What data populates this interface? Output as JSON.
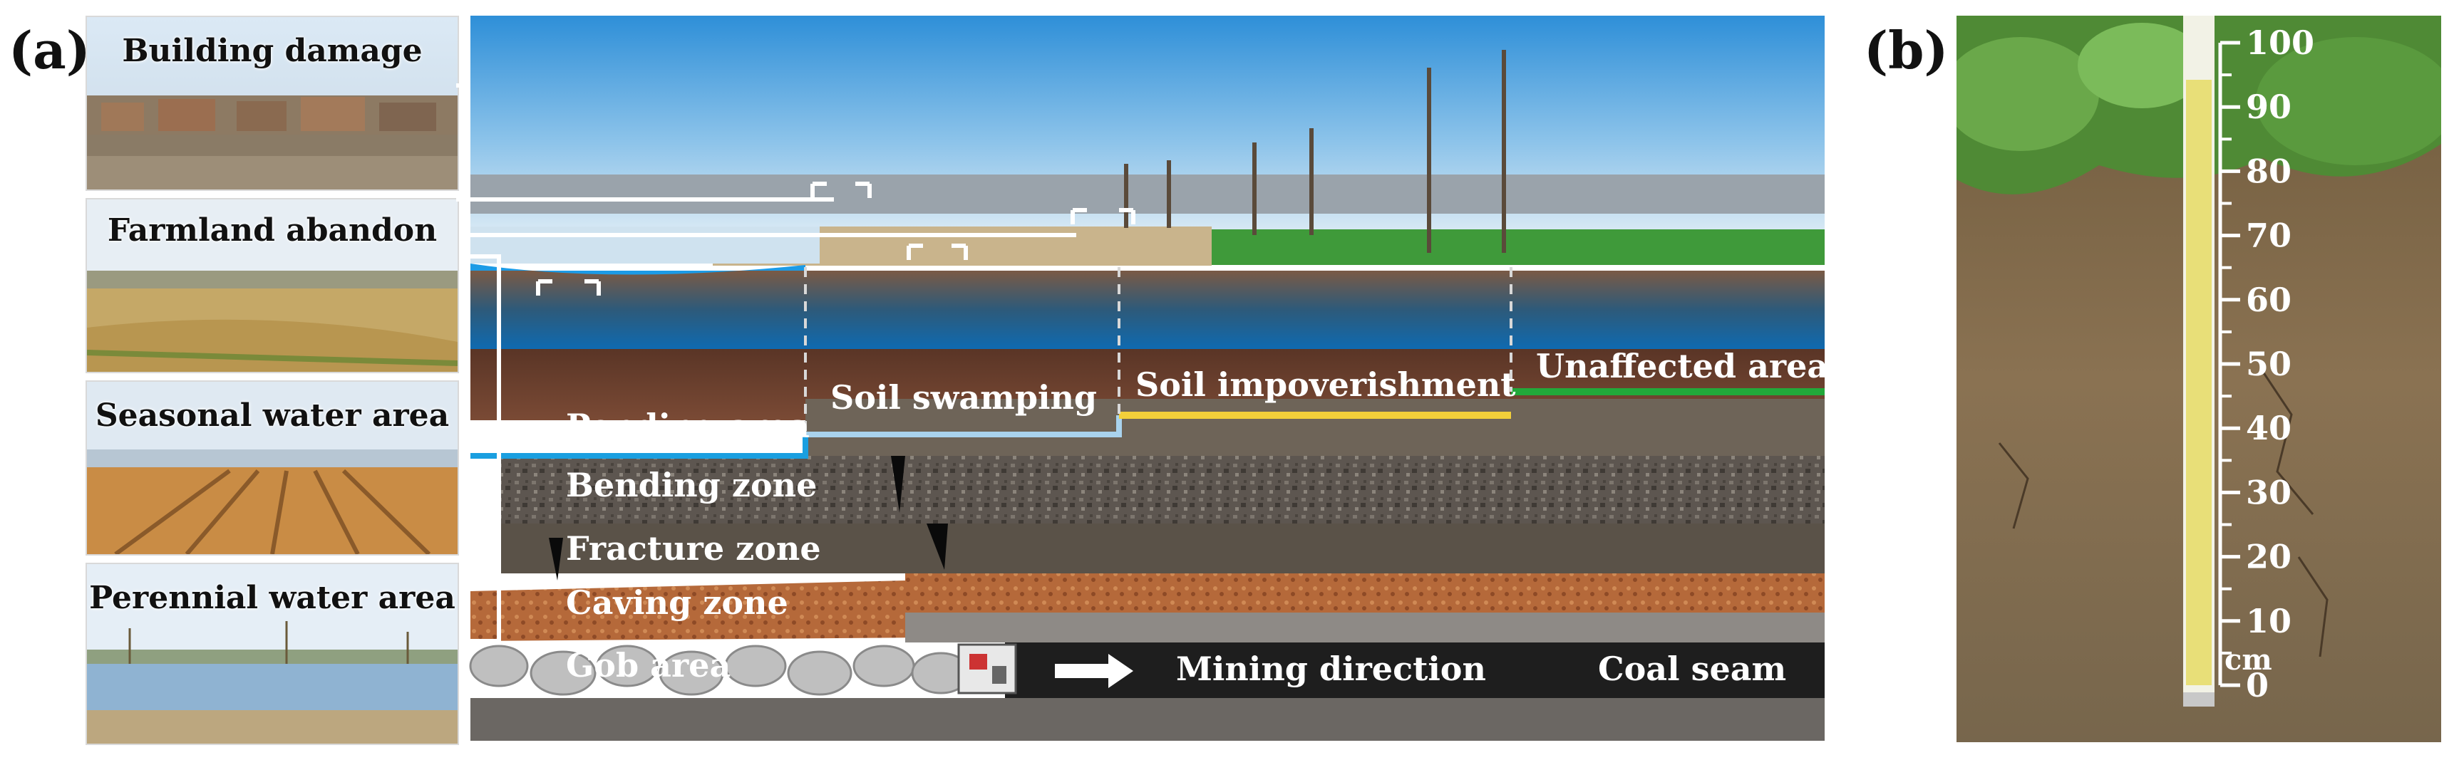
{
  "panel_a_label": "(a)",
  "panel_b_label": "(b)",
  "thumbnails": [
    {
      "label": "Building damage"
    },
    {
      "label": "Farmland abandon"
    },
    {
      "label": "Seasonal water area"
    },
    {
      "label": "Perennial water area"
    }
  ],
  "surface_zones": {
    "ponding": "Ponding area",
    "swamping": "Soil swamping",
    "impoverishment": "Soil impoverishment",
    "unaffected": "Unaffected area"
  },
  "strata": {
    "bending": "Bending zone",
    "fracture": "Fracture zone",
    "caving": "Caving zone",
    "gob": "Gob area",
    "mining_direction": "Mining direction",
    "coal_seam": "Coal seam"
  },
  "colors": {
    "ponding_line": "#1a9fe0",
    "swamping_line": "#a9d3ee",
    "impoverishment_line": "#f2cf3a",
    "unaffected_line": "#22a83a"
  },
  "ruler": {
    "ticks": [
      "100",
      "90",
      "80",
      "70",
      "60",
      "50",
      "40",
      "30",
      "20",
      "10",
      "0"
    ],
    "unit": "cm"
  }
}
